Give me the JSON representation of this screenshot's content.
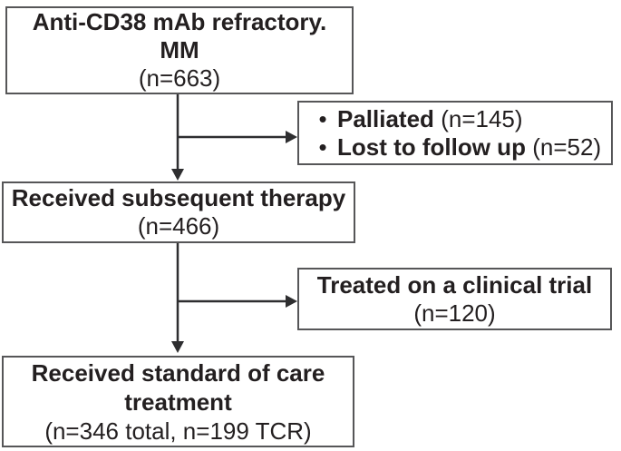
{
  "colors": {
    "background": "#ffffff",
    "box_border": "#565658",
    "connector_line": "#2e2e30",
    "text": "#231f20"
  },
  "nodes": {
    "refractory": {
      "line1": "Anti-CD38 mAb refractory.",
      "line2": "MM",
      "n": "(n=663)"
    },
    "exclusion": {
      "bullet": "•",
      "items": [
        {
          "label": "Palliated",
          "n": "(n=145)"
        },
        {
          "label": "Lost to follow up",
          "n": "(n=52)"
        }
      ]
    },
    "subsequent": {
      "title": "Received subsequent therapy",
      "n": "(n=466)"
    },
    "trial": {
      "title": "Treated on a clinical trial",
      "n": "(n=120)"
    },
    "standard_of_care": {
      "line1": "Received standard of care",
      "line2": "treatment",
      "n": "(n=346 total, n=199 TCR)"
    }
  }
}
